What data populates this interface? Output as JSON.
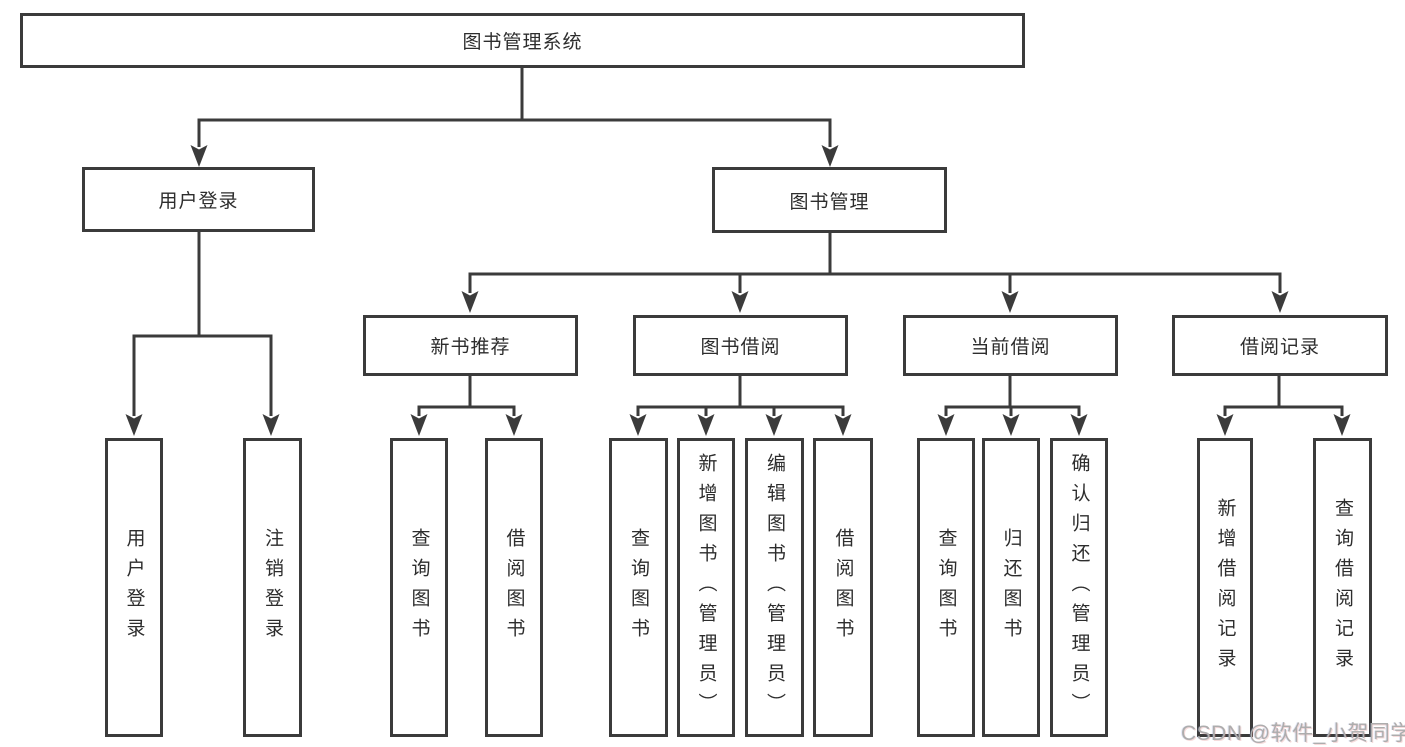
{
  "tree": {
    "label": "图书管理系统",
    "children": [
      {
        "label": "用户登录",
        "children": [
          {
            "label": "用户登录"
          },
          {
            "label": "注销登录"
          }
        ]
      },
      {
        "label": "图书管理",
        "children": [
          {
            "label": "新书推荐",
            "children": [
              {
                "label": "查询图书"
              },
              {
                "label": "借阅图书"
              }
            ]
          },
          {
            "label": "图书借阅",
            "children": [
              {
                "label": "查询图书"
              },
              {
                "label": "新增图书（管理员）"
              },
              {
                "label": "编辑图书（管理员）"
              },
              {
                "label": "借阅图书"
              }
            ]
          },
          {
            "label": "当前借阅",
            "children": [
              {
                "label": "查询图书"
              },
              {
                "label": "归还图书"
              },
              {
                "label": "确认归还（管理员）"
              }
            ]
          },
          {
            "label": "借阅记录",
            "children": [
              {
                "label": "新增借阅记录"
              },
              {
                "label": "查询借阅记录"
              }
            ]
          }
        ]
      }
    ]
  },
  "watermark": {
    "text": "CSDN @软件_小贺同学"
  },
  "colors": {
    "line": "#3b3b3b",
    "text": "#2d2d2d",
    "watermark": "#adadad",
    "background": "#ffffff"
  }
}
